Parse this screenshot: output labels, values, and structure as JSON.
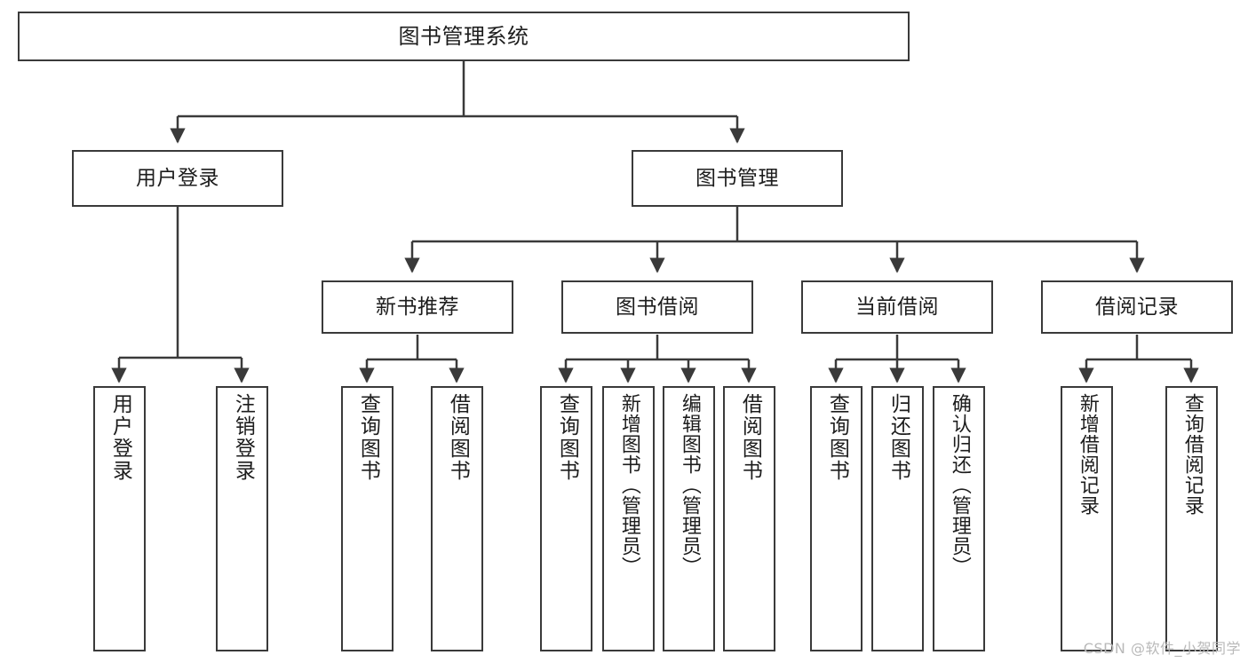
{
  "diagram": {
    "type": "tree-hierarchy",
    "title": "图书管理系统",
    "orientation": "top-down",
    "line_color": "#3a3a3a",
    "box_fill": "#ffffff",
    "text_color": "#1d1d1d",
    "nodes": {
      "root": {
        "label": "图书管理系统"
      },
      "level1": [
        {
          "label": "用户登录"
        },
        {
          "label": "图书管理"
        }
      ],
      "level2": [
        {
          "label": "新书推荐"
        },
        {
          "label": "图书借阅"
        },
        {
          "label": "当前借阅"
        },
        {
          "label": "借阅记录"
        }
      ],
      "leaves_user_login": [
        {
          "label": "用户登录"
        },
        {
          "label": "注销登录"
        }
      ],
      "leaves_new_book": [
        {
          "label": "查询图书"
        },
        {
          "label": "借阅图书"
        }
      ],
      "leaves_borrow": [
        {
          "label": "查询图书"
        },
        {
          "label": "新增图书（管理员）"
        },
        {
          "label": "编辑图书（管理员）"
        },
        {
          "label": "借阅图书"
        }
      ],
      "leaves_current": [
        {
          "label": "查询图书"
        },
        {
          "label": "归还图书"
        },
        {
          "label": "确认归还（管理员）"
        }
      ],
      "leaves_record": [
        {
          "label": "新增借阅记录"
        },
        {
          "label": "查询借阅记录"
        }
      ]
    }
  },
  "watermark": {
    "text": "CSDN @软件_小贺同学"
  }
}
